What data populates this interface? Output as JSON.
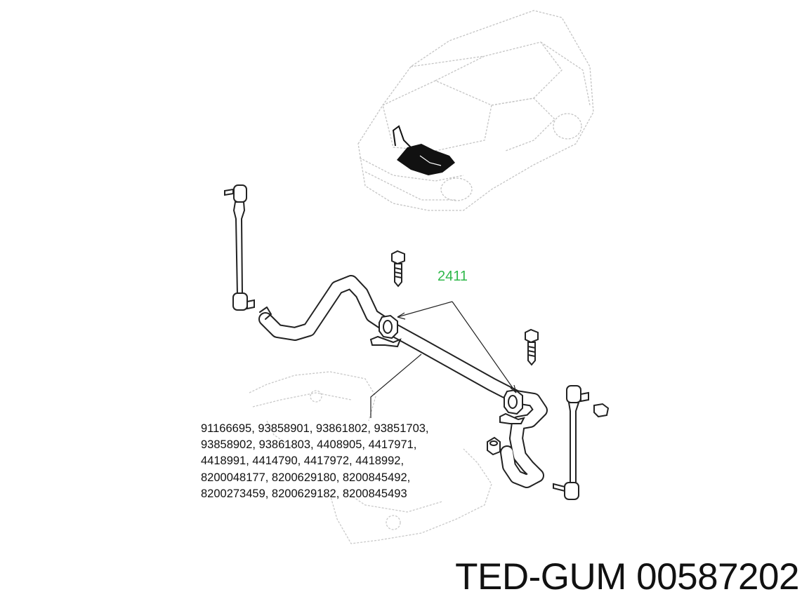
{
  "callout_number": "2411",
  "part_numbers": [
    "91166695, 93858901, 93861802, 93851703,",
    "93858902, 93861803, 4408905, 4417971,",
    "4418991, 4414790, 4417972, 4418992,",
    "8200048177, 8200629180, 8200845492,",
    "8200273459, 8200629182, 8200845493"
  ],
  "brand_label": "TED-GUM 00587202",
  "colors": {
    "callout": "#2fb84a",
    "line_art": "#222222",
    "faint_art": "#bdbdbd"
  }
}
